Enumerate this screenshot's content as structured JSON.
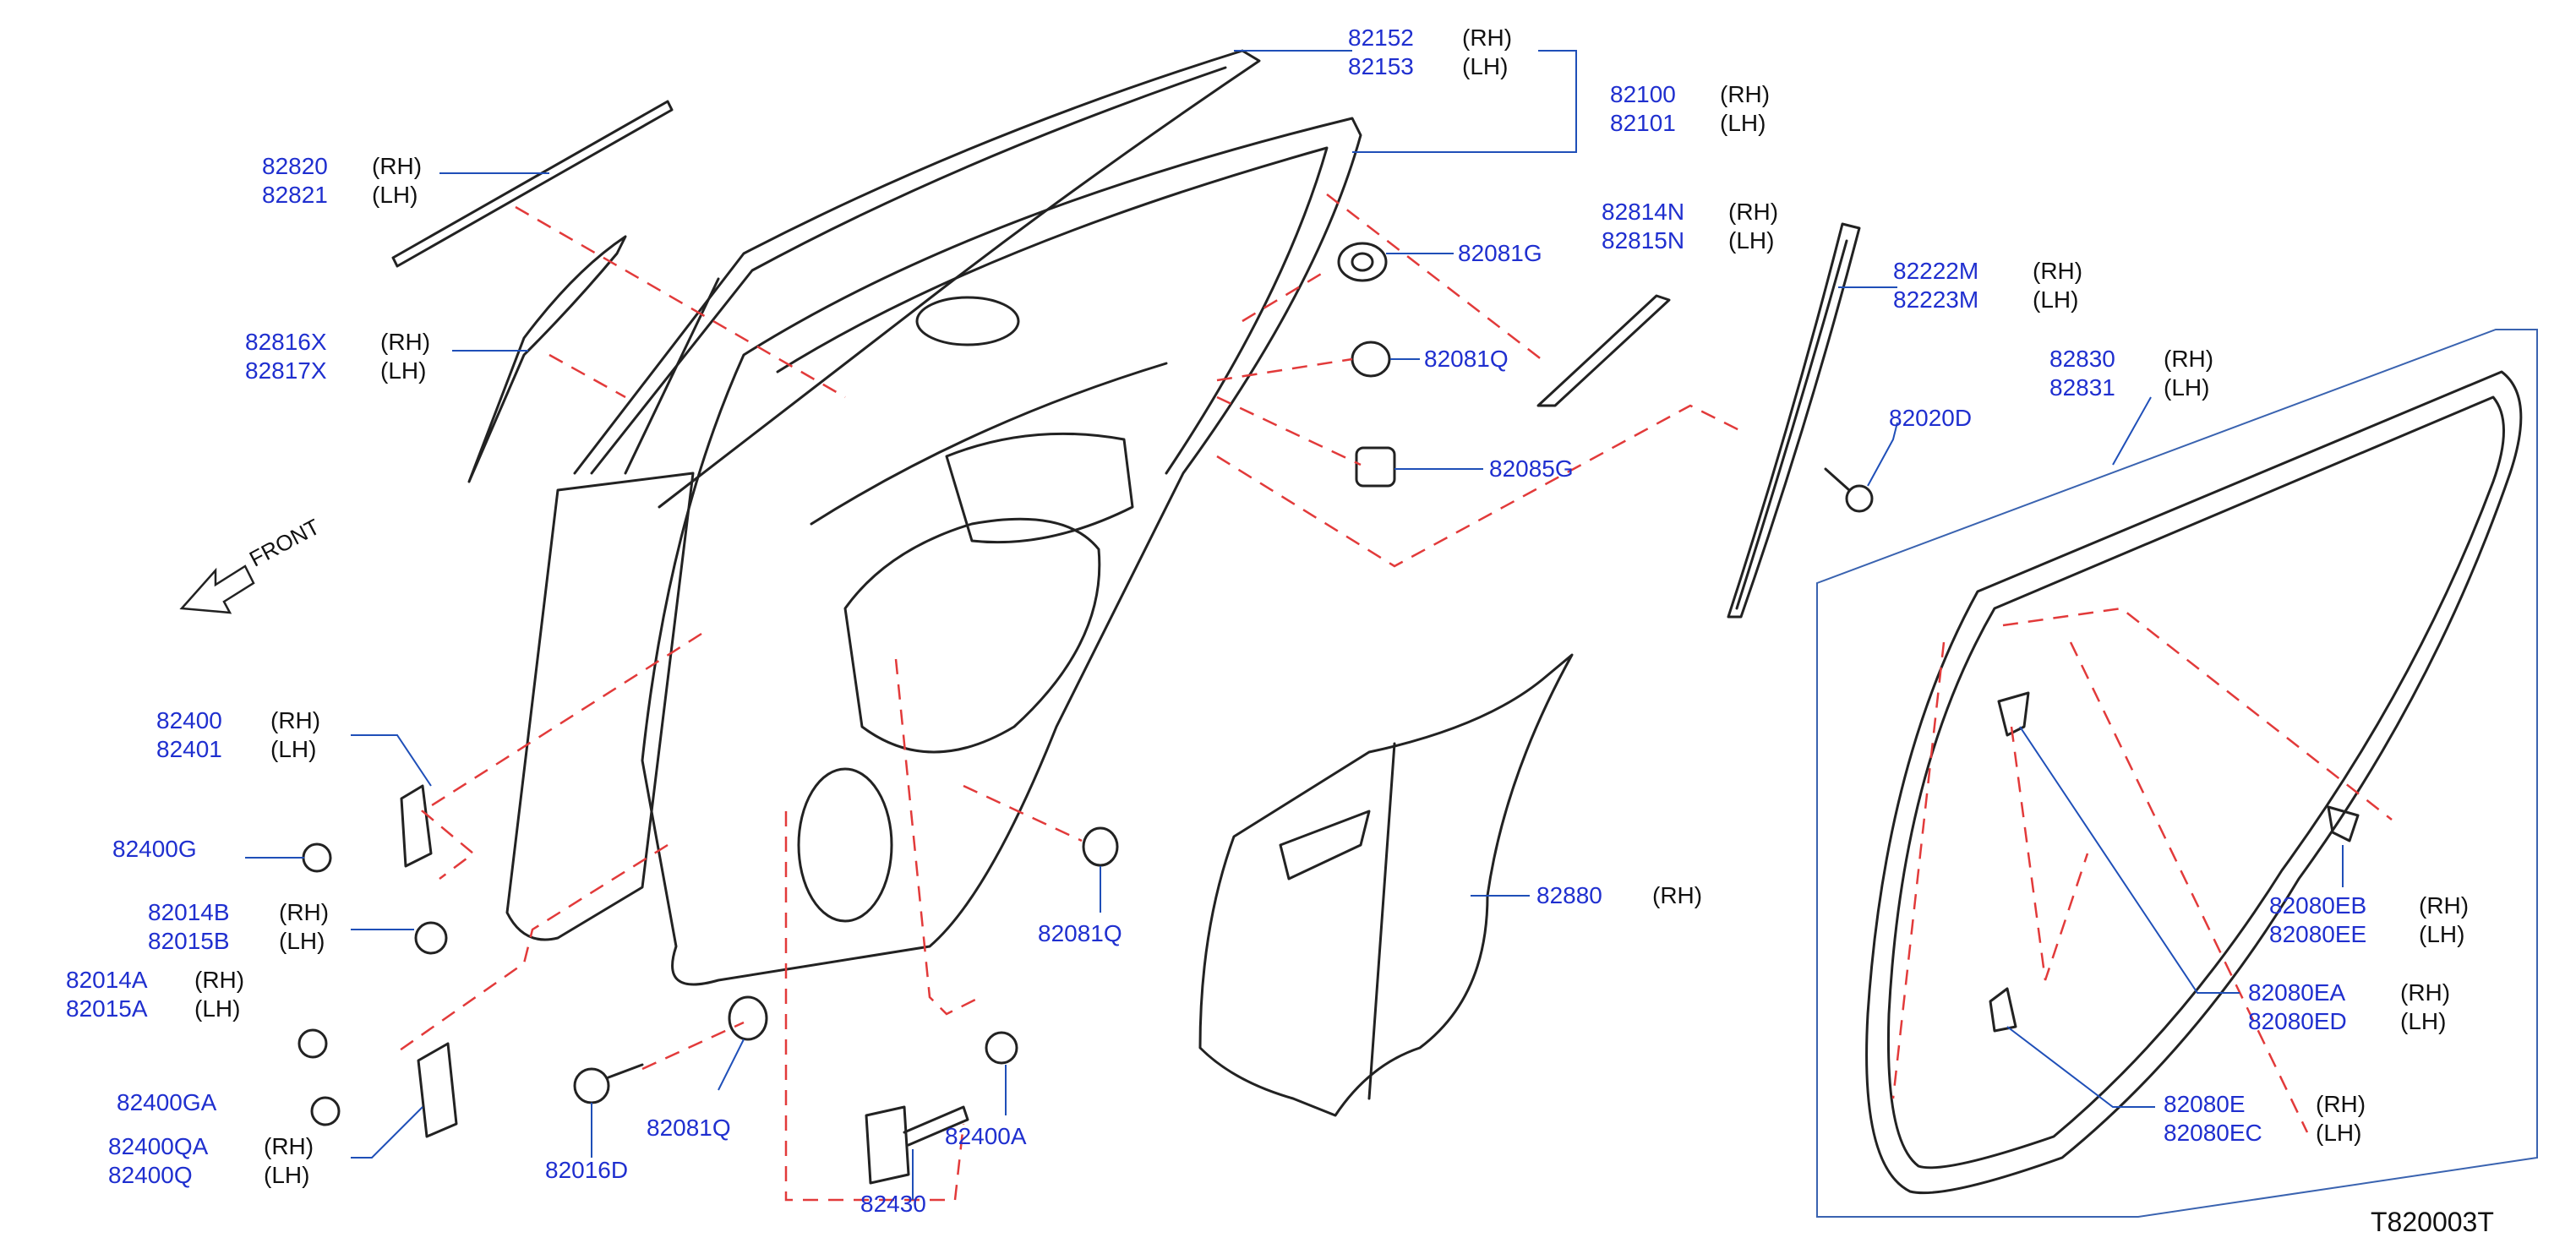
{
  "diagram_id": "T820003T",
  "front_label": "FRONT",
  "side_rh": "(RH)",
  "side_lh": "(LH)",
  "colors": {
    "part_number": "#1f2fcf",
    "drawing": "#222222",
    "leader": "#1f2fcf",
    "dash": "#e23a3a"
  },
  "callouts": [
    {
      "id": "c82152",
      "rh": "82152",
      "lh": "82153"
    },
    {
      "id": "c82100",
      "rh": "82100",
      "lh": "82101"
    },
    {
      "id": "c82820",
      "rh": "82820",
      "lh": "82821"
    },
    {
      "id": "c82816",
      "rh": "82816X",
      "lh": "82817X"
    },
    {
      "id": "c82081g",
      "single": "82081G"
    },
    {
      "id": "c82081q_a",
      "single": "82081Q"
    },
    {
      "id": "c82085g",
      "single": "82085G"
    },
    {
      "id": "c82814",
      "rh": "82814N",
      "lh": "82815N"
    },
    {
      "id": "c82222",
      "rh": "82222M",
      "lh": "82223M"
    },
    {
      "id": "c82020d",
      "single": "82020D"
    },
    {
      "id": "c82830",
      "rh": "82830",
      "lh": "82831"
    },
    {
      "id": "c82400",
      "rh": "82400",
      "lh": "82401"
    },
    {
      "id": "c82400g",
      "single": "82400G"
    },
    {
      "id": "c82014b",
      "rh": "82014B",
      "lh": "82015B"
    },
    {
      "id": "c82014a",
      "rh": "82014A",
      "lh": "82015A"
    },
    {
      "id": "c82400ga",
      "single": "82400GA"
    },
    {
      "id": "c82400qa",
      "rh": "82400QA",
      "lh": "82400Q"
    },
    {
      "id": "c82016d",
      "single": "82016D"
    },
    {
      "id": "c82081q_b",
      "single": "82081Q"
    },
    {
      "id": "c82081q_c",
      "single": "82081Q"
    },
    {
      "id": "c82430",
      "single": "82430"
    },
    {
      "id": "c82400a",
      "single": "82400A"
    },
    {
      "id": "c82880",
      "single": "82880",
      "side": "(RH)"
    },
    {
      "id": "c82080eb",
      "rh": "82080EB",
      "lh": "82080EE"
    },
    {
      "id": "c82080ea",
      "rh": "82080EA",
      "lh": "82080ED"
    },
    {
      "id": "c82080e",
      "rh": "82080E",
      "lh": "82080EC"
    }
  ]
}
